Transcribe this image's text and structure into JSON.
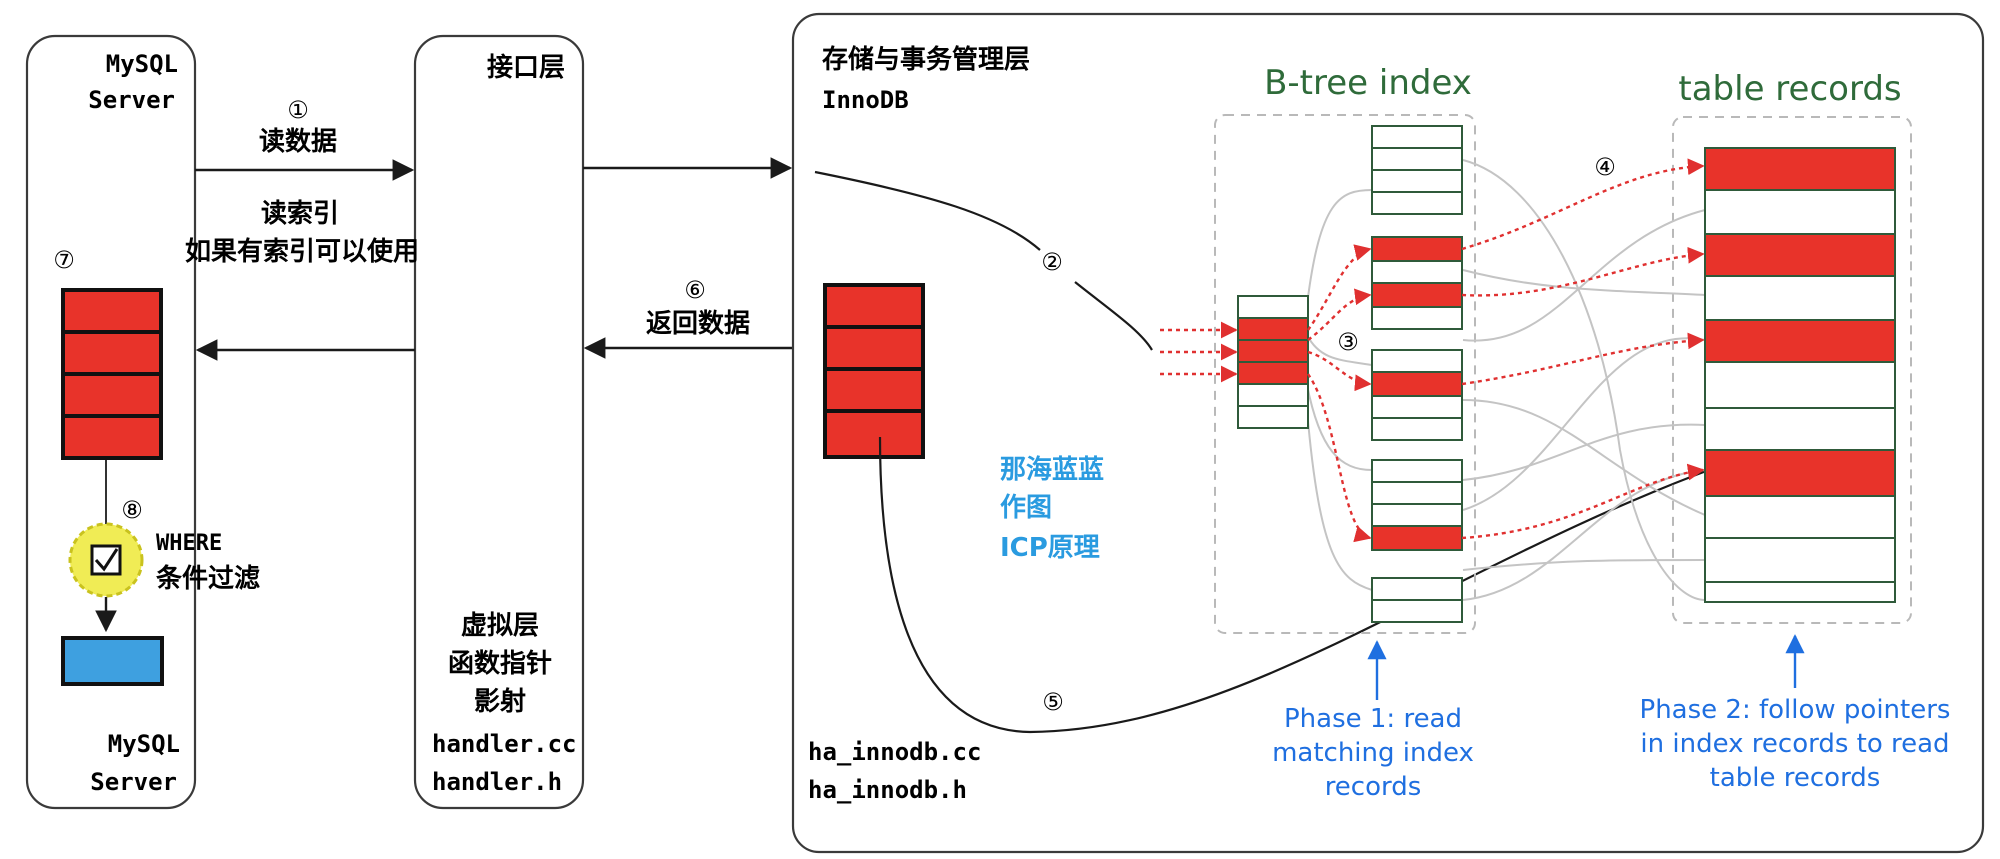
{
  "mysql_server": {
    "top_label_1": "MySQL",
    "top_label_2": "Server",
    "bottom_label_1": "MySQL",
    "bottom_label_2": "Server",
    "where_label": "WHERE",
    "filter_label": "条件过滤"
  },
  "interface_layer": {
    "title": "接口层",
    "virtual_1": "虚拟层",
    "virtual_2": "函数指针",
    "virtual_3": "影射",
    "file_1": "handler.cc",
    "file_2": "handler.h"
  },
  "storage_layer": {
    "title": "存储与事务管理层",
    "engine": "InnoDB",
    "file_1": "ha_innodb.cc",
    "file_2": "ha_innodb.h",
    "btree_title": "B-tree index",
    "table_title": "table records",
    "phase1_1": "Phase 1: read",
    "phase1_2": "matching index",
    "phase1_3": "records",
    "phase2_1": "Phase 2: follow pointers",
    "phase2_2": "in index records to read",
    "phase2_3": "table records",
    "watermark_1": "那海蓝蓝",
    "watermark_2": "作图",
    "watermark_3": "ICP原理"
  },
  "arrows": {
    "read_data": "读数据",
    "read_index_1": "读索引",
    "read_index_2": "如果有索引可以使用",
    "return_data": "返回数据"
  },
  "steps": [
    "①",
    "②",
    "③",
    "④",
    "⑤",
    "⑥",
    "⑦",
    "⑧"
  ],
  "colors": {
    "highlight": "#e8332a",
    "result": "#3ea0e0",
    "filter_badge": "#f0ec55",
    "title_green": "#2f6b3a",
    "annotation_blue": "#1f6fe0",
    "watermark_blue": "#2a9be0"
  }
}
